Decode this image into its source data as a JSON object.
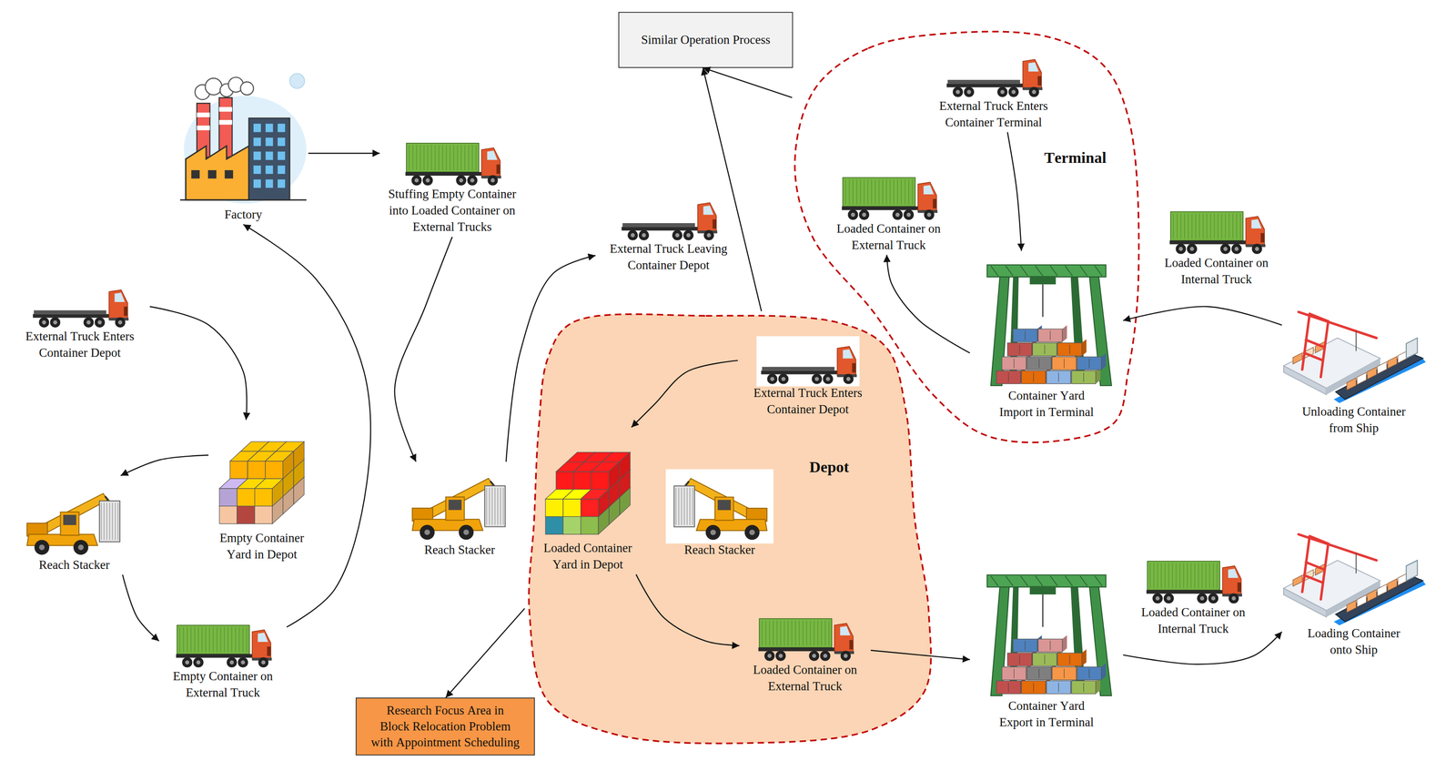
{
  "diagram": {
    "nodes": [
      {
        "text": [
          "Factory"
        ]
      },
      {
        "text": [
          "Stuffing Empty Container into Loaded Container on External Trucks"
        ]
      },
      {
        "text": [
          "Similar Operation Process"
        ]
      },
      {
        "text": [
          "Terminal"
        ]
      },
      {
        "text": [
          "External Truck Enters Container Terminal"
        ],
        "in": 3
      },
      {
        "text": [
          "Loaded Container on External Truck"
        ],
        "in": 3
      },
      {
        "text": [
          "Container Yard Import in Terminal"
        ],
        "in": 3
      },
      {
        "text": [
          "External Truck Enters Container Depot"
        ]
      },
      {
        "text": [
          "External Truck Leaving Container Depot"
        ]
      },
      {
        "text": [
          "Loaded Container on Internal Truck"
        ]
      },
      {
        "text": [
          "Unloading Container from Ship"
        ]
      },
      {
        "text": [
          "Depot"
        ]
      },
      {
        "text": [
          "External Truck Enters Container Depot"
        ],
        "in": 11
      },
      {
        "text": [
          "Loaded Container Yard in Depot"
        ],
        "in": 11
      },
      {
        "text": [
          "Reach Stacker"
        ],
        "in": 11
      },
      {
        "text": [
          "Loaded Container on External Truck"
        ],
        "in": 11
      },
      {
        "text": [
          "Empty Container Yard in Depot"
        ]
      },
      {
        "text": [
          "Reach Stacker"
        ]
      },
      {
        "text": [
          "Reach Stacker"
        ]
      },
      {
        "text": [
          "Empty Container on External Truck"
        ]
      },
      {
        "text": [
          "Container Yard Export in Terminal"
        ]
      },
      {
        "text": [
          "Loaded Container on Internal Truck"
        ]
      },
      {
        "text": [
          "Loading Container onto Ship"
        ]
      },
      {
        "text": [
          "Research Focus Area in Block Relocation Problem with Appointment Scheduling"
        ]
      }
    ],
    "edges": [
      {
        "from": 0,
        "to": 1,
        "arrow": "to"
      },
      {
        "from": 1,
        "to": 18,
        "arrow": "to"
      },
      {
        "from": 18,
        "to": 8,
        "arrow": "to"
      },
      {
        "from": 7,
        "to": 16,
        "arrow": "to"
      },
      {
        "from": 16,
        "to": 17,
        "arrow": "to"
      },
      {
        "from": 17,
        "to": 19,
        "arrow": "to"
      },
      {
        "from": 19,
        "to": 0,
        "arrow": "to"
      },
      {
        "from": 12,
        "to": 13,
        "arrow": "to"
      },
      {
        "from": 13,
        "to": 15,
        "arrow": "to"
      },
      {
        "from": 15,
        "to": 20,
        "arrow": "to"
      },
      {
        "from": 20,
        "to": 22,
        "arrow": "to"
      },
      {
        "from": 10,
        "to": 6,
        "arrow": "to"
      },
      {
        "from": 4,
        "to": 6,
        "arrow": "to"
      },
      {
        "from": 6,
        "to": 5,
        "arrow": "to"
      },
      {
        "from": 3,
        "to": 2,
        "arrow": "to"
      },
      {
        "from": 11,
        "to": 2,
        "arrow": "to"
      },
      {
        "from": 11,
        "to": 23,
        "arrow": "to"
      }
    ]
  }
}
